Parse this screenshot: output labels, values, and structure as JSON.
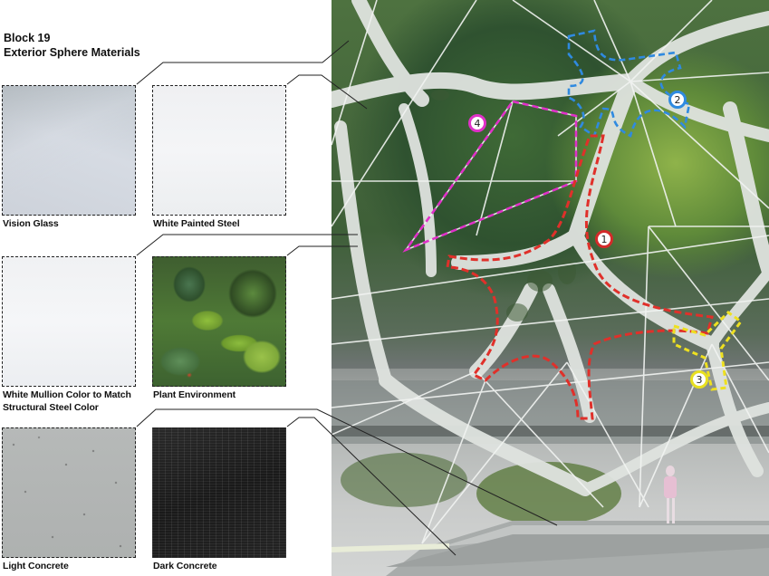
{
  "header": {
    "block": "Block 19",
    "subtitle": "Exterior Sphere Materials"
  },
  "materials": [
    {
      "label": "Vision Glass",
      "texture": "vision-glass"
    },
    {
      "label": "White Painted Steel",
      "texture": "white-painted-steel"
    },
    {
      "label_line1": "White Mullion Color to Match",
      "label_line2": "Structural Steel Color",
      "texture": "white-mullion"
    },
    {
      "label": "Plant Environment",
      "texture": "plant-environment"
    },
    {
      "label": "Light Concrete",
      "texture": "light-concrete"
    },
    {
      "label": "Dark Concrete",
      "texture": "dark-concrete"
    }
  ],
  "rendering": {
    "markers": [
      {
        "number": "1",
        "color": "#d42a2a"
      },
      {
        "number": "2",
        "color": "#2f8ae0"
      },
      {
        "number": "3",
        "color": "#e8e020"
      },
      {
        "number": "4",
        "color": "#e030c8"
      }
    ]
  }
}
